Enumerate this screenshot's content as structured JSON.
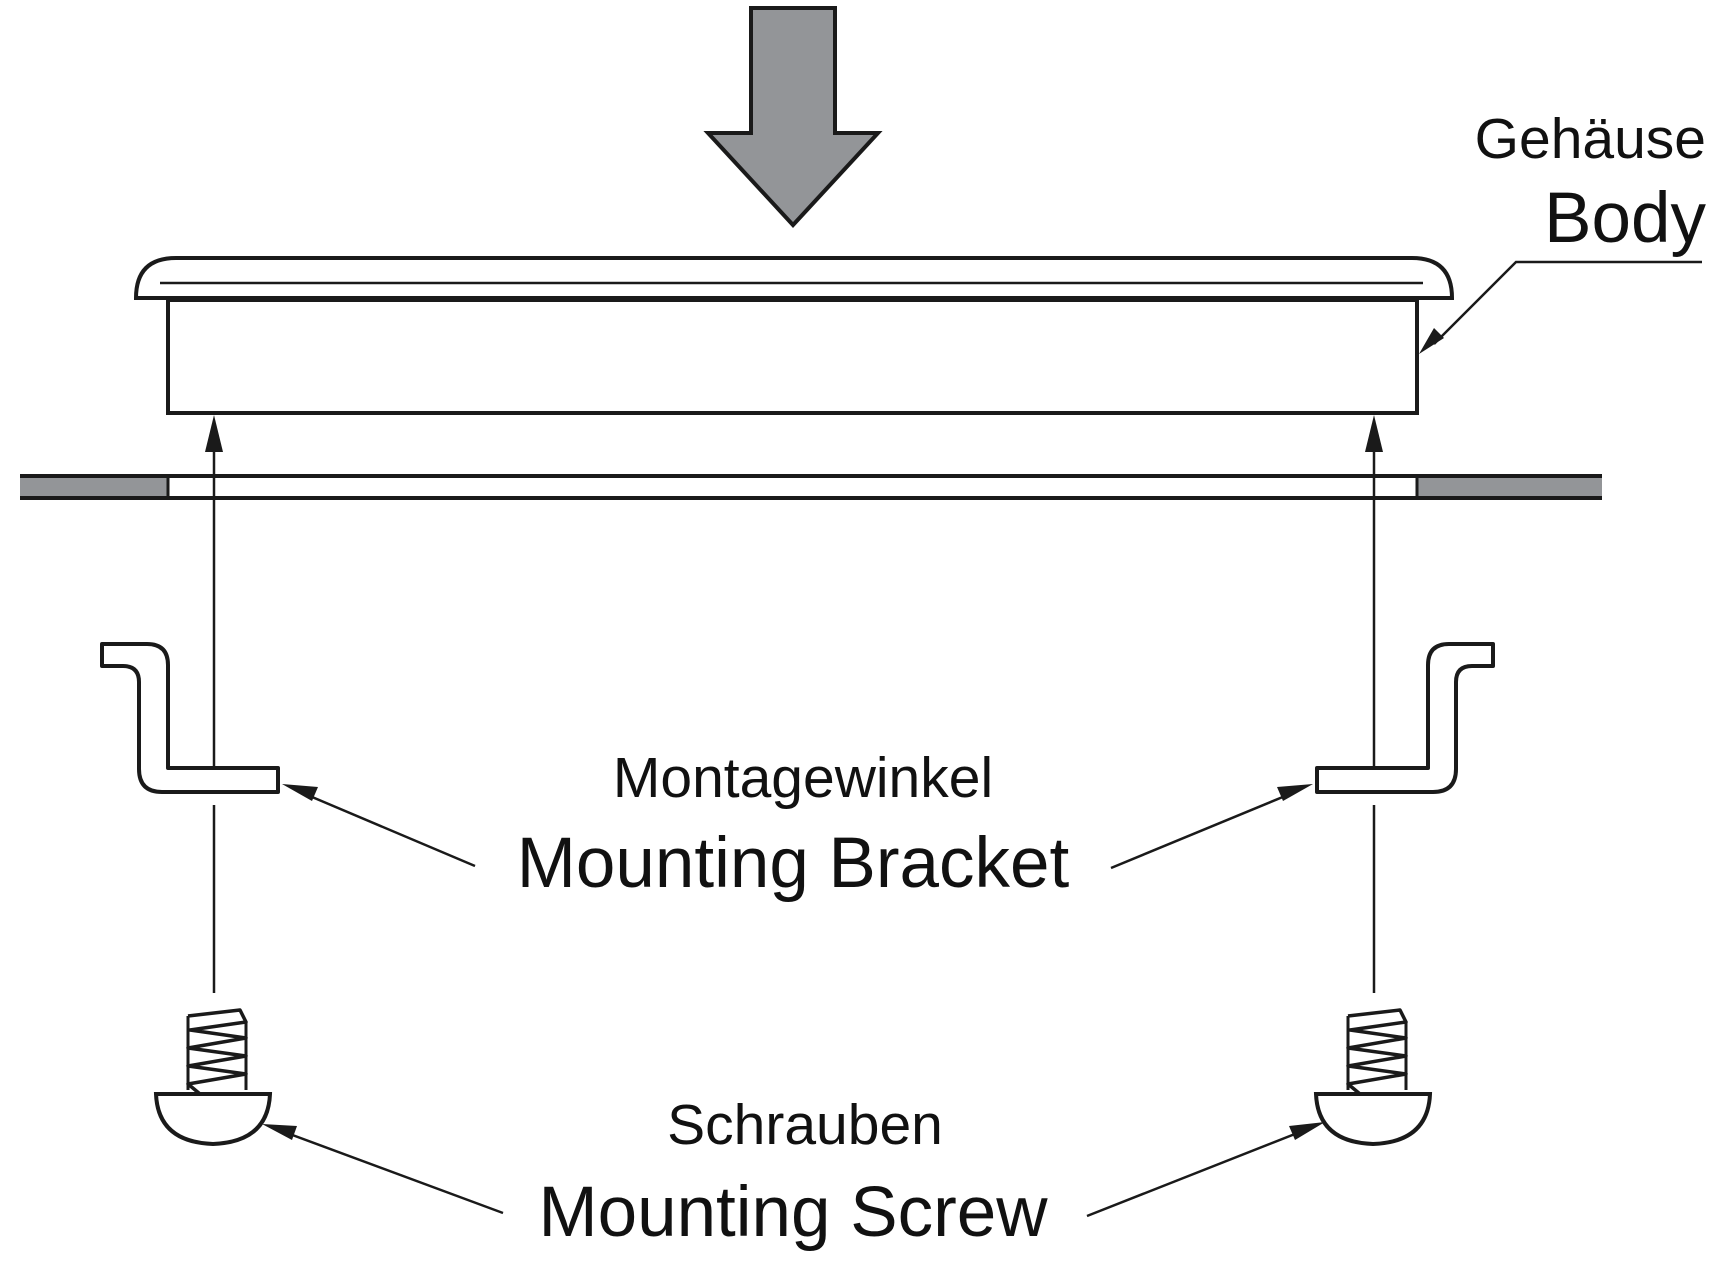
{
  "labels": {
    "body_de": "Gehäuse",
    "body_en": "Body",
    "bracket_de": "Montagewinkel",
    "bracket_en": "Mounting Bracket",
    "screw_de": "Schrauben",
    "screw_en": "Mounting Screw"
  },
  "colors": {
    "push_arrow_fill": "#939598",
    "panel_fill": "#939598",
    "line": "#1a1a1a",
    "background": "#ffffff"
  }
}
